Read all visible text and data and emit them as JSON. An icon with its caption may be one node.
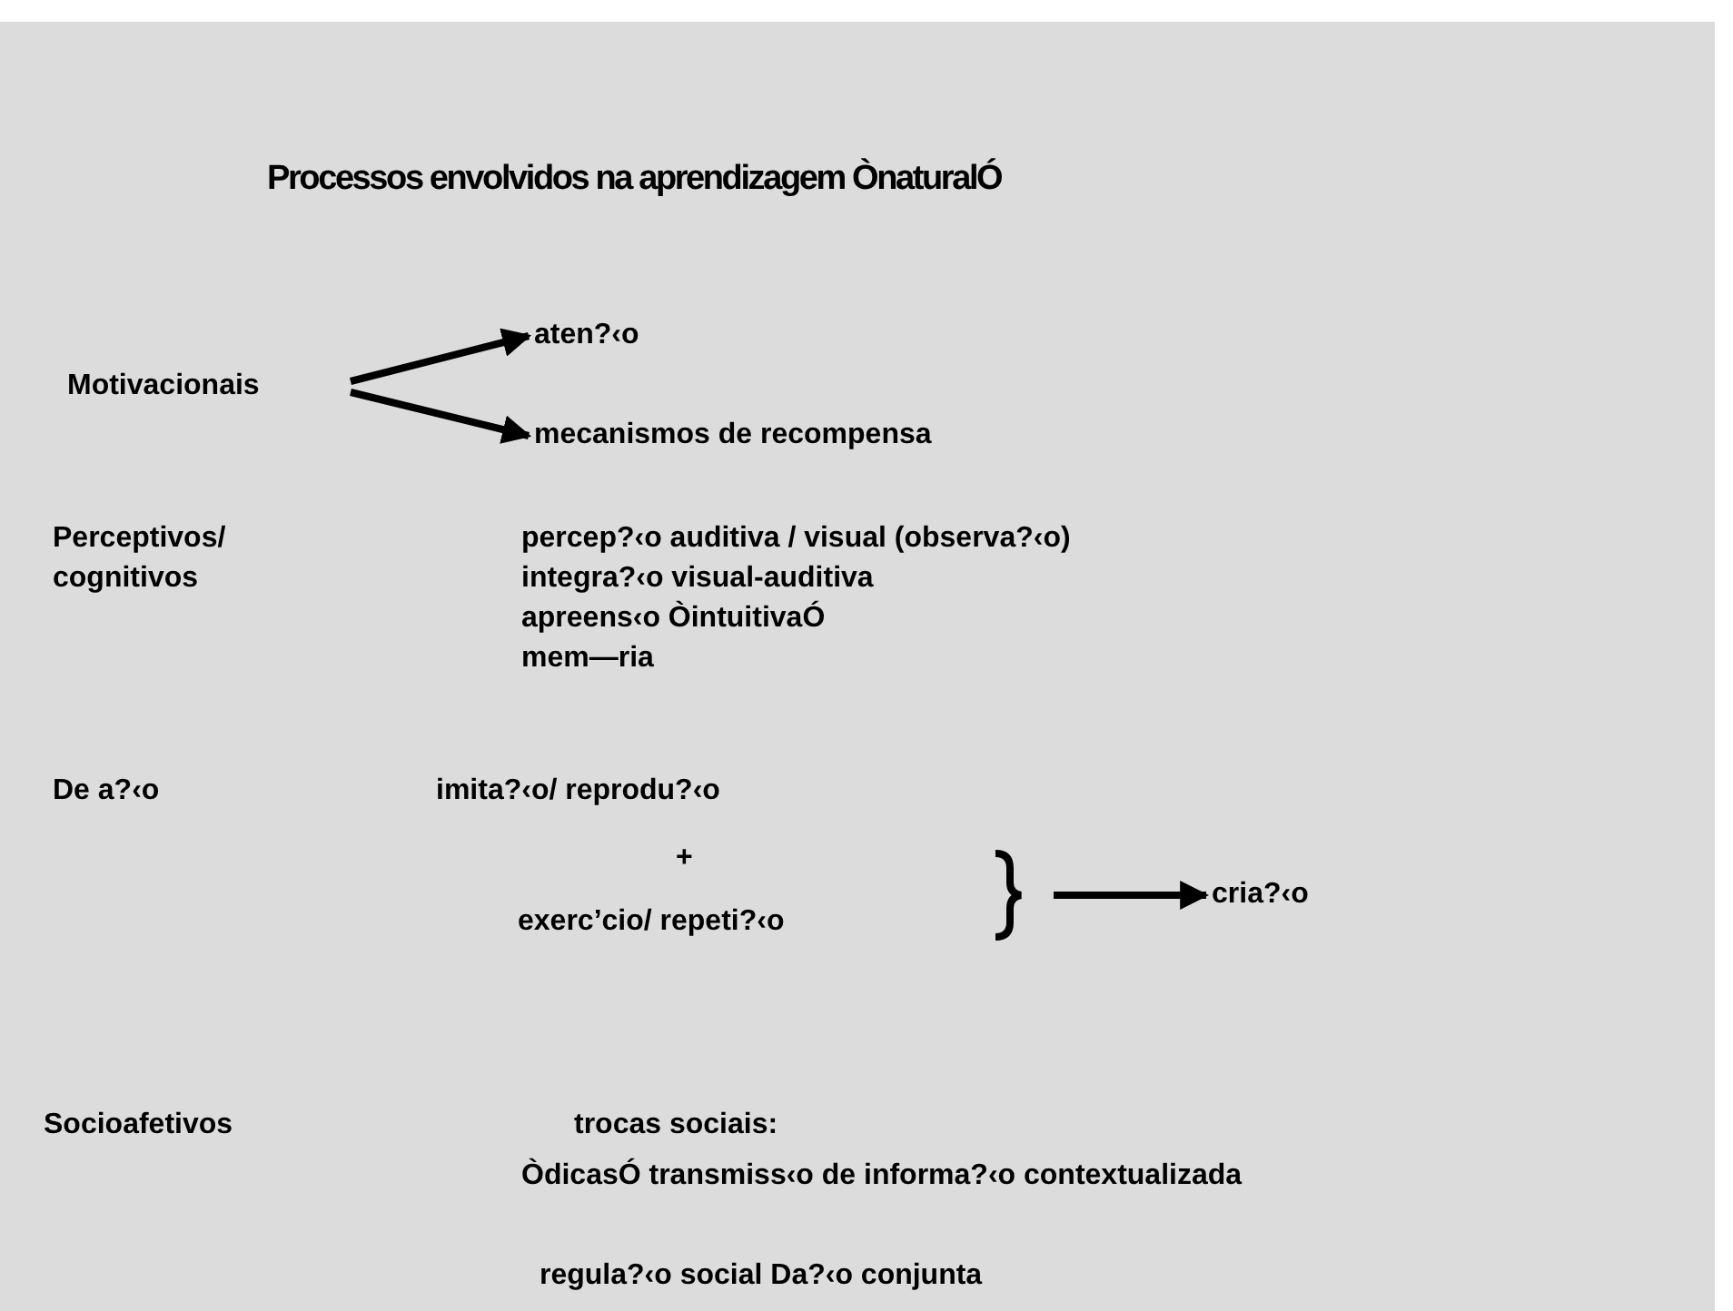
{
  "diagram": {
    "title": "Processos envolvidos na aprendizagem ÒnaturalÓ",
    "nodes": [
      {
        "text": [
          "Motivacionais"
        ]
      },
      {
        "text": [
          "aten?‹o"
        ]
      },
      {
        "text": [
          "mecanismos de recompensa"
        ]
      },
      {
        "text": [
          "cria?‹o"
        ]
      }
    ],
    "edges": [
      {
        "from": 0,
        "to": 1,
        "arrow": "to"
      },
      {
        "from": 0,
        "to": 2,
        "arrow": "to"
      },
      {
        "from": null,
        "to": 3,
        "arrow": "to"
      }
    ],
    "labels": [
      "Perceptivos/ cognitivos",
      "percep?‹o auditiva / visual (observa?‹o)",
      "integra?‹o visual-auditiva",
      "apreens‹o ÒintuitivaÓ",
      "mem—ria",
      "De a?‹o",
      "imita?‹o/ reprodu?‹o",
      "+",
      "exerc’cio/ repeti?‹o",
      "Socioafetivos",
      "trocas sociais:",
      "ÒdicasÓ transmiss‹o de informa?‹o contextualizada",
      "regula?‹o social Da?‹o conjunta"
    ]
  }
}
